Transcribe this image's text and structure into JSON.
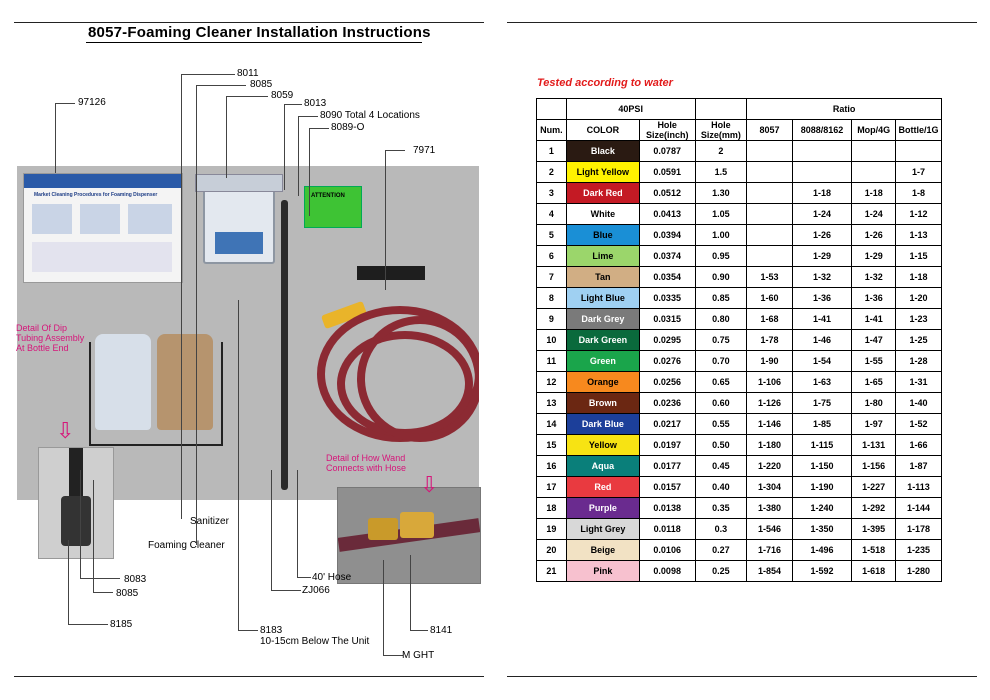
{
  "title": "8057-Foaming Cleaner Installation Instructions",
  "callouts": {
    "c97126": "97126",
    "c8011": "8011",
    "c8085a": "8085",
    "c8059": "8059",
    "c8013": "8013",
    "c8090": "8090 Total 4 Locations",
    "c8089": "8089-O",
    "c7971": "7971",
    "sanitizer": "Sanitizer",
    "foaming": "Foaming Cleaner",
    "c8083": "8083",
    "c8085b": "8085",
    "c8185": "8185",
    "hose40": "40' Hose",
    "zj066": "ZJ066",
    "c8183": "8183",
    "below": "10-15cm  Below The Unit",
    "c8141": "8141",
    "mght": "M GHT"
  },
  "notes": {
    "dip1": "Detail Of Dip",
    "dip2": "Tubing Assembly",
    "dip3": "At Bottle End",
    "wand1": "Detail of How Wand",
    "wand2": "Connects with Hose"
  },
  "photo_text": {
    "poster_title": "Market Cleaning Procedures for Foaming Dispenser",
    "warning": "ATTENTION"
  },
  "tested_label": "Tested according to water",
  "table": {
    "group_40psi": "40PSI",
    "group_ratio": "Ratio",
    "headers": [
      "Num.",
      "COLOR",
      "Hole Size(inch)",
      "Hole Size(mm)",
      "8057",
      "8088/8162",
      "Mop/4G",
      "Bottle/1G"
    ],
    "rows": [
      {
        "num": "1",
        "color": "Black",
        "bg": "#2a1a12",
        "fg": "#ffffff",
        "inch": "0.0787",
        "mm": "2",
        "r8057": "",
        "r8088": "",
        "mop": "",
        "bottle": ""
      },
      {
        "num": "2",
        "color": "Light Yellow",
        "bg": "#fff200",
        "fg": "#000000",
        "inch": "0.0591",
        "mm": "1.5",
        "r8057": "",
        "r8088": "",
        "mop": "",
        "bottle": "1-7"
      },
      {
        "num": "3",
        "color": "Dark Red",
        "bg": "#c41a24",
        "fg": "#ffffff",
        "inch": "0.0512",
        "mm": "1.30",
        "r8057": "",
        "r8088": "1-18",
        "mop": "1-18",
        "bottle": "1-8"
      },
      {
        "num": "4",
        "color": "White",
        "bg": "#ffffff",
        "fg": "#000000",
        "inch": "0.0413",
        "mm": "1.05",
        "r8057": "",
        "r8088": "1-24",
        "mop": "1-24",
        "bottle": "1-12"
      },
      {
        "num": "5",
        "color": "Blue",
        "bg": "#1a8fd6",
        "fg": "#000000",
        "inch": "0.0394",
        "mm": "1.00",
        "r8057": "",
        "r8088": "1-26",
        "mop": "1-26",
        "bottle": "1-13"
      },
      {
        "num": "6",
        "color": "Lime",
        "bg": "#9bd66b",
        "fg": "#000000",
        "inch": "0.0374",
        "mm": "0.95",
        "r8057": "",
        "r8088": "1-29",
        "mop": "1-29",
        "bottle": "1-15"
      },
      {
        "num": "7",
        "color": "Tan",
        "bg": "#d1ae84",
        "fg": "#000000",
        "inch": "0.0354",
        "mm": "0.90",
        "r8057": "1-53",
        "r8088": "1-32",
        "mop": "1-32",
        "bottle": "1-18"
      },
      {
        "num": "8",
        "color": "Light Blue",
        "bg": "#9fd0f2",
        "fg": "#000000",
        "inch": "0.0335",
        "mm": "0.85",
        "r8057": "1-60",
        "r8088": "1-36",
        "mop": "1-36",
        "bottle": "1-20"
      },
      {
        "num": "9",
        "color": "Dark Grey",
        "bg": "#7a7a7a",
        "fg": "#ffffff",
        "inch": "0.0315",
        "mm": "0.80",
        "r8057": "1-68",
        "r8088": "1-41",
        "mop": "1-41",
        "bottle": "1-23"
      },
      {
        "num": "10",
        "color": "Dark Green",
        "bg": "#0a6a3c",
        "fg": "#ffffff",
        "inch": "0.0295",
        "mm": "0.75",
        "r8057": "1-78",
        "r8088": "1-46",
        "mop": "1-47",
        "bottle": "1-25"
      },
      {
        "num": "11",
        "color": "Green",
        "bg": "#1aa54b",
        "fg": "#ffffff",
        "inch": "0.0276",
        "mm": "0.70",
        "r8057": "1-90",
        "r8088": "1-54",
        "mop": "1-55",
        "bottle": "1-28"
      },
      {
        "num": "12",
        "color": "Orange",
        "bg": "#f7891e",
        "fg": "#000000",
        "inch": "0.0256",
        "mm": "0.65",
        "r8057": "1-106",
        "r8088": "1-63",
        "mop": "1-65",
        "bottle": "1-31"
      },
      {
        "num": "13",
        "color": "Brown",
        "bg": "#6b2712",
        "fg": "#ffffff",
        "inch": "0.0236",
        "mm": "0.60",
        "r8057": "1-126",
        "r8088": "1-75",
        "mop": "1-80",
        "bottle": "1-40"
      },
      {
        "num": "14",
        "color": "Dark Blue",
        "bg": "#1c3f9a",
        "fg": "#ffffff",
        "inch": "0.0217",
        "mm": "0.55",
        "r8057": "1-146",
        "r8088": "1-85",
        "mop": "1-97",
        "bottle": "1-52"
      },
      {
        "num": "15",
        "color": "Yellow",
        "bg": "#f7e313",
        "fg": "#000000",
        "inch": "0.0197",
        "mm": "0.50",
        "r8057": "1-180",
        "r8088": "1-115",
        "mop": "1-131",
        "bottle": "1-66"
      },
      {
        "num": "16",
        "color": "Aqua",
        "bg": "#0a7f7a",
        "fg": "#ffffff",
        "inch": "0.0177",
        "mm": "0.45",
        "r8057": "1-220",
        "r8088": "1-150",
        "mop": "1-156",
        "bottle": "1-87"
      },
      {
        "num": "17",
        "color": "Red",
        "bg": "#e93a40",
        "fg": "#ffffff",
        "inch": "0.0157",
        "mm": "0.40",
        "r8057": "1-304",
        "r8088": "1-190",
        "mop": "1-227",
        "bottle": "1-113"
      },
      {
        "num": "18",
        "color": "Purple",
        "bg": "#6a2b8f",
        "fg": "#ffffff",
        "inch": "0.0138",
        "mm": "0.35",
        "r8057": "1-380",
        "r8088": "1-240",
        "mop": "1-292",
        "bottle": "1-144"
      },
      {
        "num": "19",
        "color": "Light Grey",
        "bg": "#d8d8d8",
        "fg": "#000000",
        "inch": "0.0118",
        "mm": "0.3",
        "r8057": "1-546",
        "r8088": "1-350",
        "mop": "1-395",
        "bottle": "1-178"
      },
      {
        "num": "20",
        "color": "Beige",
        "bg": "#f2e2c4",
        "fg": "#000000",
        "inch": "0.0106",
        "mm": "0.27",
        "r8057": "1-716",
        "r8088": "1-496",
        "mop": "1-518",
        "bottle": "1-235"
      },
      {
        "num": "21",
        "color": "Pink",
        "bg": "#f7c1cf",
        "fg": "#000000",
        "inch": "0.0098",
        "mm": "0.25",
        "r8057": "1-854",
        "r8088": "1-592",
        "mop": "1-618",
        "bottle": "1-280"
      }
    ]
  }
}
